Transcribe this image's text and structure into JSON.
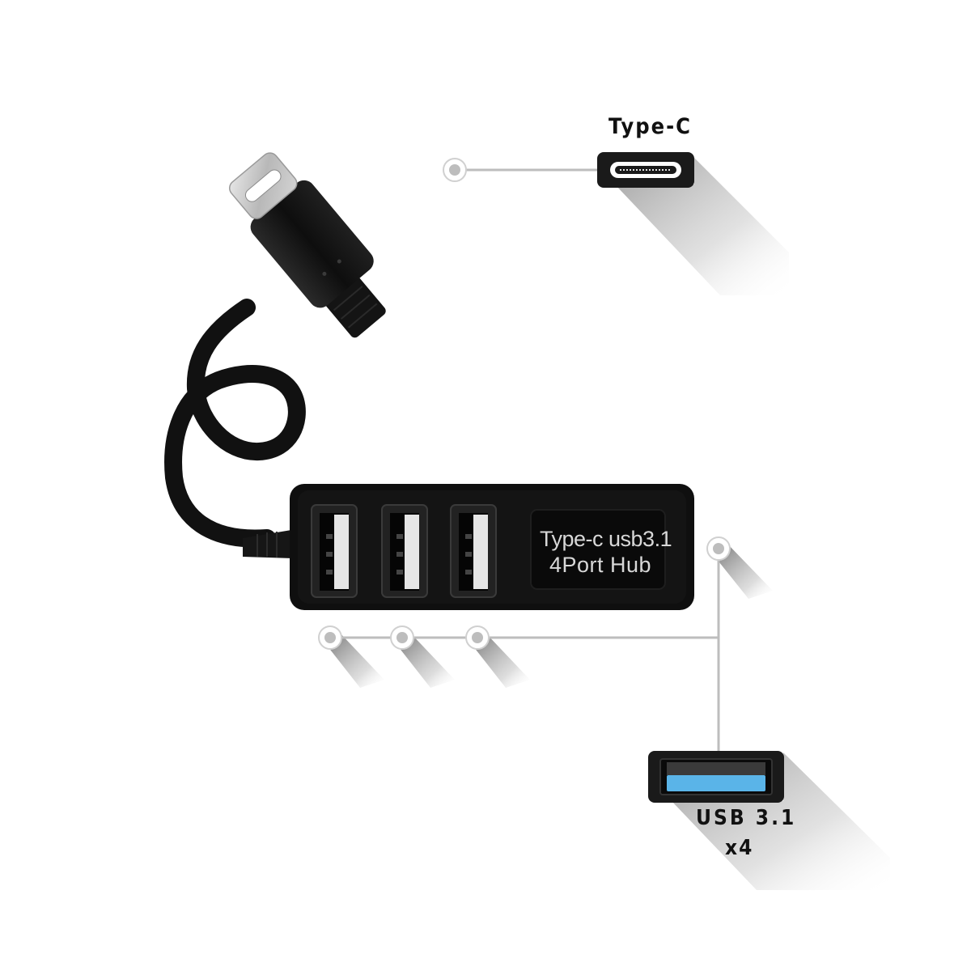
{
  "labels": {
    "type_c": "Type-C",
    "usb_line1": "USB 3.1",
    "usb_line2": "x4"
  },
  "hub_label": {
    "line1": "Type-c usb3.1",
    "line2": "4Port  Hub"
  },
  "colors": {
    "background": "#ffffff",
    "device_body": "#111111",
    "callout_line": "#bdbdbd",
    "callout_shadow": "#9e9e9e",
    "usb3_port_blue": "#5ab4e8"
  },
  "icons": {
    "type_c_port": "usb-type-c-port-icon",
    "usb_a_port": "usb-a-3-port-icon",
    "callout_dot": "callout-dot-icon"
  },
  "port_count": 4
}
